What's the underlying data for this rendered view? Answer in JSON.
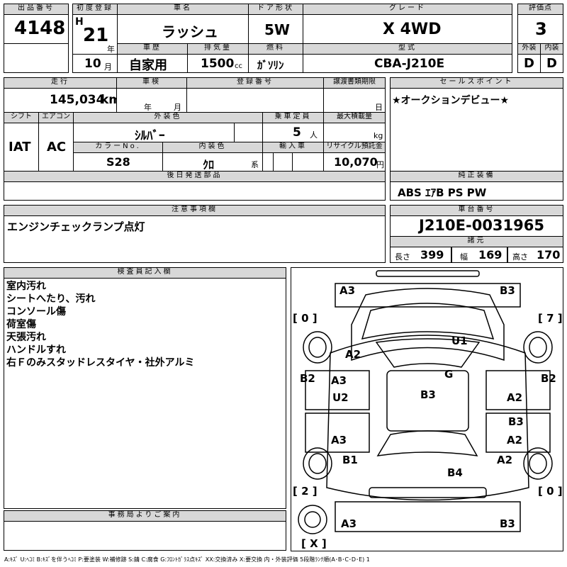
{
  "header": {
    "lot_label": "出品番号",
    "lot": "4148",
    "first_reg_label": "初度登録",
    "era": "H",
    "year": "21",
    "year_unit": "年",
    "month": "10",
    "month_unit": "月",
    "car_name_label": "車名",
    "car_name": "ラッシュ",
    "history_label": "車歴",
    "history": "自家用",
    "displacement_label": "排気量",
    "displacement": "1500",
    "cc": "cc",
    "door_label": "ドア形状",
    "door": "5W",
    "fuel_label": "燃料",
    "fuel": "ｶﾞｿﾘﾝ",
    "grade_label": "グレード",
    "grade": "X 4WD",
    "model_label": "型式",
    "model": "CBA-J210E",
    "score_label": "評価点",
    "score": "3",
    "ext_label": "外装",
    "ext": "D",
    "int_label": "内装",
    "int": "D"
  },
  "row2": {
    "mileage_label": "走行",
    "mileage": "145,034",
    "km": "km",
    "inspection_label": "車検",
    "insp_year": "年",
    "insp_month": "月",
    "reg_label": "登録番号",
    "deadline_label": "譲渡書類期限",
    "deadline_day": "日",
    "sales_label": "セールスポイント",
    "sales": "★オークションデビュー★",
    "shift_label": "シフト",
    "shift": "IAT",
    "ac_label": "エアコン",
    "ac": "AC",
    "ext_color_label": "外装色",
    "ext_color": "ｼﾙﾊﾞｰ",
    "capacity_label": "乗車定員",
    "capacity": "5",
    "capacity_unit": "人",
    "load_label": "最大積載量",
    "load_unit": "kg",
    "color_no_label": "カラーNo.",
    "color_no": "S28",
    "int_color_label": "内装色",
    "int_color": "ｸﾛ",
    "int_color_unit": "系",
    "import_label": "輸入車",
    "recycle_label": "リサイクル預託金",
    "recycle": "10,070",
    "recycle_unit": "円"
  },
  "later_parts_label": "後日発送部品",
  "genuine_label": "純正装備",
  "genuine": "ABS ｴｱB PS PW",
  "notes_label": "注意事項欄",
  "notes": "エンジンチェックランプ点灯",
  "chassis_label": "車台番号",
  "chassis": "J210E-0031965",
  "dims_label": "諸元",
  "len_label": "長さ",
  "len": "399",
  "wid_label": "幅",
  "wid": "169",
  "hgt_label": "高さ",
  "hgt": "170",
  "inspector_label": "検査員記入欄",
  "inspector_lines": [
    "室内汚れ",
    "シートへたり、汚れ",
    "コンソール傷",
    "荷室傷",
    "天張汚れ",
    "ハンドルすれ",
    "右Ｆのみスタッドレスタイヤ・社外アルミ"
  ],
  "office_label": "事務局よりご案内",
  "legend": "A:ｷｽﾞ U:ﾍｺﾐ B:ｷｽﾞを伴うﾍｺﾐ P:要塗装 W:補修跡 S:錆 C:腐食 G:ﾌﾛﾝﾄｶﾞﾗｽ点ｷｽﾞ XX:交換済み X:要交換 内・外装評価 5段階ﾗﾝｸ順(A･B･C･D･E) 1",
  "diagram": {
    "tire_tl": "0",
    "tire_tr": "7",
    "tire_bl": "2",
    "tire_br": "0",
    "spare": "X",
    "marks": [
      "A3",
      "B3",
      "A2",
      "U1",
      "B2",
      "A3",
      "U2",
      "G",
      "B3",
      "A2",
      "B2",
      "B3",
      "A3",
      "A2",
      "B1",
      "A2",
      "B4",
      "A3",
      "B3"
    ]
  }
}
